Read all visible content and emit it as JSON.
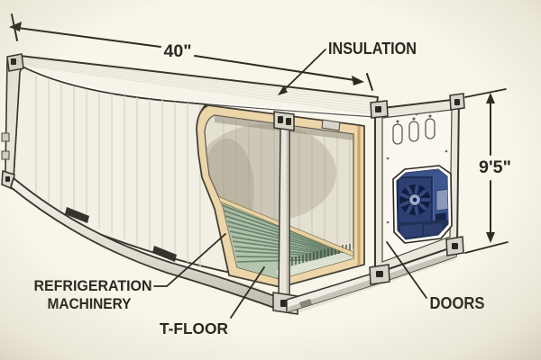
{
  "diagram": {
    "subject": "refrigerated-shipping-container-cutaway"
  },
  "labels": {
    "length_dimension": "40\"",
    "height_dimension": "9'5\"",
    "insulation": "INSULATION",
    "refrigeration_line1": "REFRIGERATION",
    "refrigeration_line2": "MACHINERY",
    "t_floor": "T-FLOOR",
    "doors": "DOORS"
  },
  "colors": {
    "background": "#f8f5e9",
    "wall": "#f2efe4",
    "roof": "#f6f3e8",
    "insulation_tan": "#ecd5a8",
    "interior_wall": "#e4e0d2",
    "floor_green": "#b2c3ab",
    "floor_stripe": "#5e7b66",
    "door_panel": "#f9f7ef",
    "machinery_blue": "#4d66a3",
    "machinery_navy": "#1f2c50",
    "text": "#2b2822"
  }
}
